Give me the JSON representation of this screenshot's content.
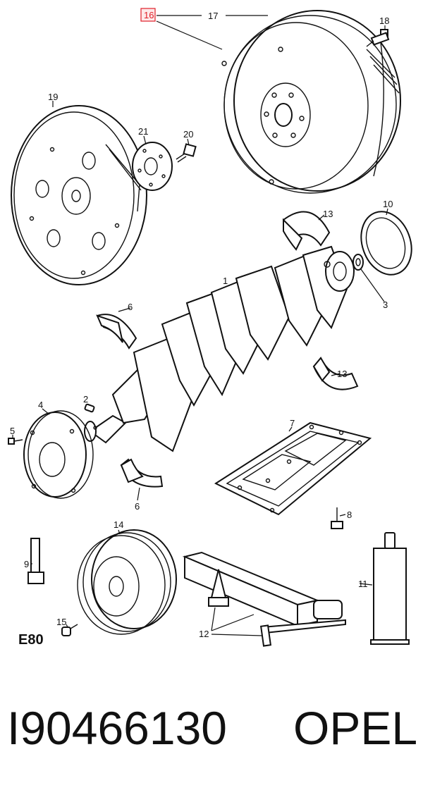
{
  "callouts": {
    "p1": "1",
    "p2": "2",
    "p3": "3",
    "p4": "4",
    "p5": "5",
    "p6a": "6",
    "p6b": "6",
    "p7": "7",
    "p8": "8",
    "p9": "9",
    "p10": "10",
    "p11": "11",
    "p12": "12",
    "p13a": "13",
    "p13b": "13",
    "p14": "14",
    "p15": "15",
    "p16": "16",
    "p17": "17",
    "p18": "18",
    "p19": "19",
    "p20": "20",
    "p21": "21"
  },
  "section_code": "E80",
  "footer": {
    "part_number": "I90466130",
    "brand": "OPEL"
  },
  "colors": {
    "highlight": "#e0202a",
    "ink": "#111111"
  }
}
